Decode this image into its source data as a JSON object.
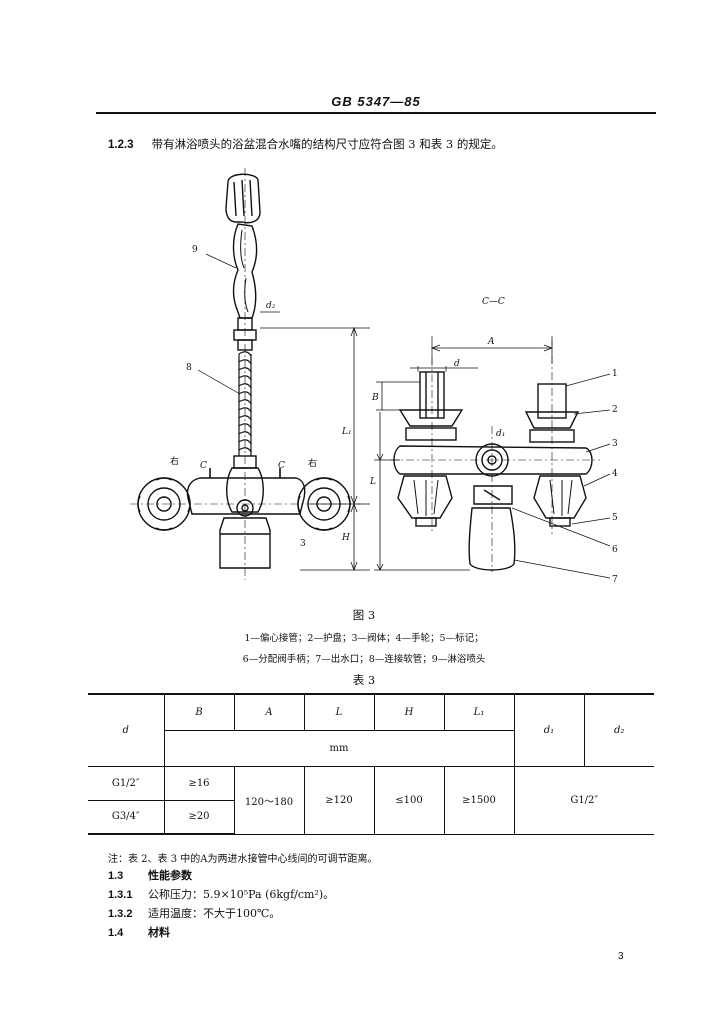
{
  "header": {
    "code": "GB 5347—85"
  },
  "clause": {
    "number": "1.2.3",
    "text": "带有淋浴喷头的浴盆混合水嘴的结构尺寸应符合图 3 和表 3 的规定。"
  },
  "figure": {
    "section_label": "C—C",
    "labels": {
      "left_part": "9",
      "hose": "8",
      "left_side": "右",
      "right_side": "右",
      "c_left": "C",
      "c_right": "C",
      "bottom_num": "3",
      "d2": "d₂",
      "L1": "L₁",
      "H": "H",
      "A": "A",
      "d": "d",
      "B": "B",
      "L": "L",
      "d1": "d₁"
    },
    "callouts": [
      "1",
      "2",
      "3",
      "4",
      "5",
      "6",
      "7"
    ],
    "title": "图 3",
    "legend_line1": "1—偏心接管；2—护盘；3—阀体；4—手轮；5—标记；",
    "legend_line2": "6—分配阀手柄；7—出水口；8—连接软管；9—淋浴喷头"
  },
  "table": {
    "title": "表 3",
    "col_d": "d",
    "cols": [
      "B",
      "A",
      "L",
      "H",
      "L₁"
    ],
    "unit": "mm",
    "col_d1": "d₁",
    "col_d2": "d₂",
    "rows": [
      {
        "d": "G1/2″",
        "B": "≥16"
      },
      {
        "d": "G3/4″",
        "B": "≥20"
      }
    ],
    "merged": {
      "A": "120～180",
      "L": "≥120",
      "H": "≤100",
      "L1": "≥1500",
      "d1d2": "G1/2″"
    }
  },
  "note": "注：表 2、表 3 中的A为两进水接管中心线间的可调节距离。",
  "sections": [
    {
      "number": "1.3",
      "title": "性能参数",
      "text": ""
    },
    {
      "number": "1.3.1",
      "title": "",
      "text": "公称压力：5.9×10⁵Pa (6kgf/cm²)。"
    },
    {
      "number": "1.3.2",
      "title": "",
      "text": "适用温度：不大于100℃。"
    },
    {
      "number": "1.4",
      "title": "材料",
      "text": ""
    }
  ],
  "page_number": "3"
}
